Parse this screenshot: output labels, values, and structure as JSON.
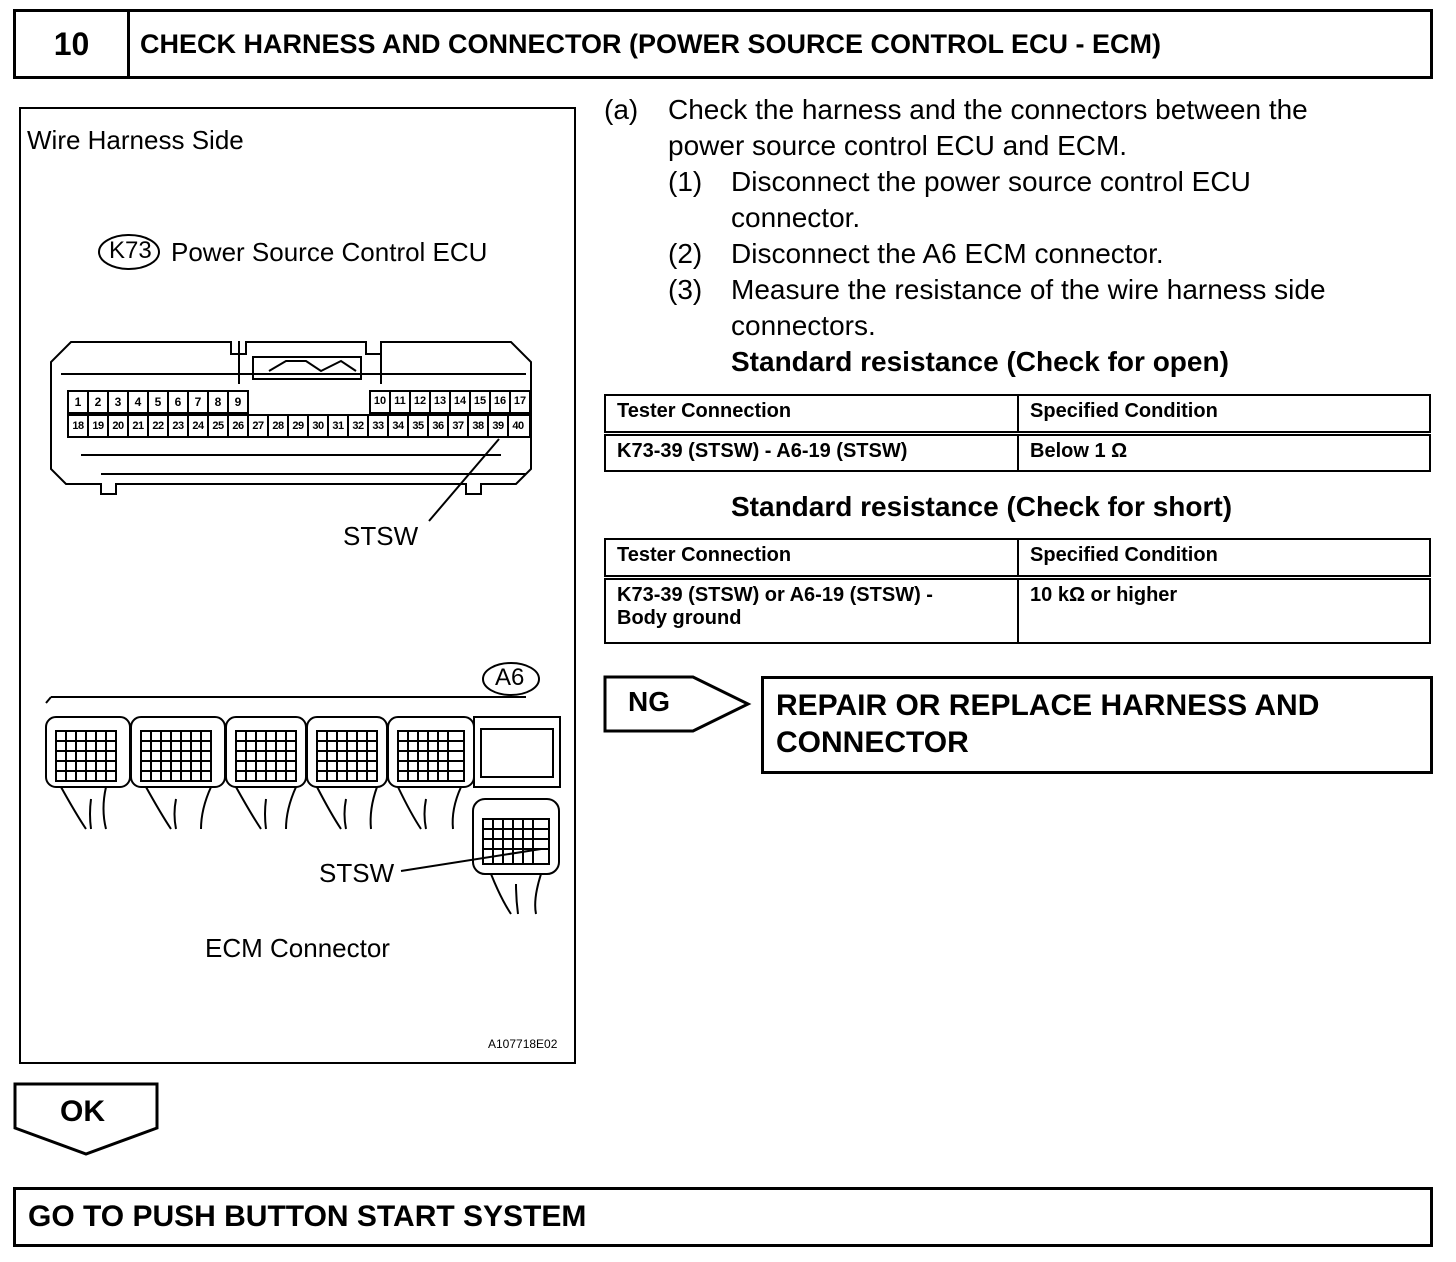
{
  "header": {
    "step_number": "10",
    "title": "CHECK HARNESS AND CONNECTOR (POWER SOURCE CONTROL ECU - ECM)"
  },
  "figure": {
    "side_label": "Wire Harness Side",
    "k73_code": "K73",
    "k73_name": "Power Source  Control ECU",
    "top_row_pins_left": [
      "1",
      "2",
      "3",
      "4",
      "5",
      "6",
      "7",
      "8",
      "9"
    ],
    "top_row_pins_right": [
      "10",
      "11",
      "12",
      "13",
      "14",
      "15",
      "16",
      "17"
    ],
    "bottom_row_pins": [
      "18",
      "19",
      "20",
      "21",
      "22",
      "23",
      "24",
      "25",
      "26",
      "27",
      "28",
      "29",
      "30",
      "31",
      "32",
      "33",
      "34",
      "35",
      "36",
      "37",
      "38",
      "39",
      "40"
    ],
    "stsw_label_1": "STSW",
    "a6_code": "A6",
    "stsw_label_2": "STSW",
    "ecm_label": "ECM Connector",
    "figure_id": "A107718E02"
  },
  "instructions": {
    "a_marker": "(a)",
    "a_line1": "Check the harness and the connectors between the",
    "a_line2": "power source control ECU and ECM.",
    "s1_marker": "(1)",
    "s1_line1": "Disconnect the power source control ECU",
    "s1_line2": "connector.",
    "s2_marker": "(2)",
    "s2_line1": "Disconnect the A6 ECM connector.",
    "s3_marker": "(3)",
    "s3_line1": "Measure the resistance of the wire harness side",
    "s3_line2": "connectors."
  },
  "open_check": {
    "heading": "Standard resistance (Check for open)",
    "col1": "Tester Connection",
    "col2": "Specified Condition",
    "row_connection": "K73-39 (STSW) - A6-19 (STSW)",
    "row_condition": "Below 1 Ω"
  },
  "short_check": {
    "heading": "Standard resistance (Check for short)",
    "col1": "Tester Connection",
    "col2": "Specified Condition",
    "row_connection_line1": "K73-39 (STSW) or A6-19 (STSW) -",
    "row_connection_line2": "Body ground",
    "row_condition": "10 kΩ or higher"
  },
  "ng": {
    "label": "NG",
    "result_line1": "REPAIR OR REPLACE HARNESS AND",
    "result_line2": "CONNECTOR"
  },
  "ok": {
    "label": "OK"
  },
  "final_step": "GO TO PUSH BUTTON START SYSTEM"
}
